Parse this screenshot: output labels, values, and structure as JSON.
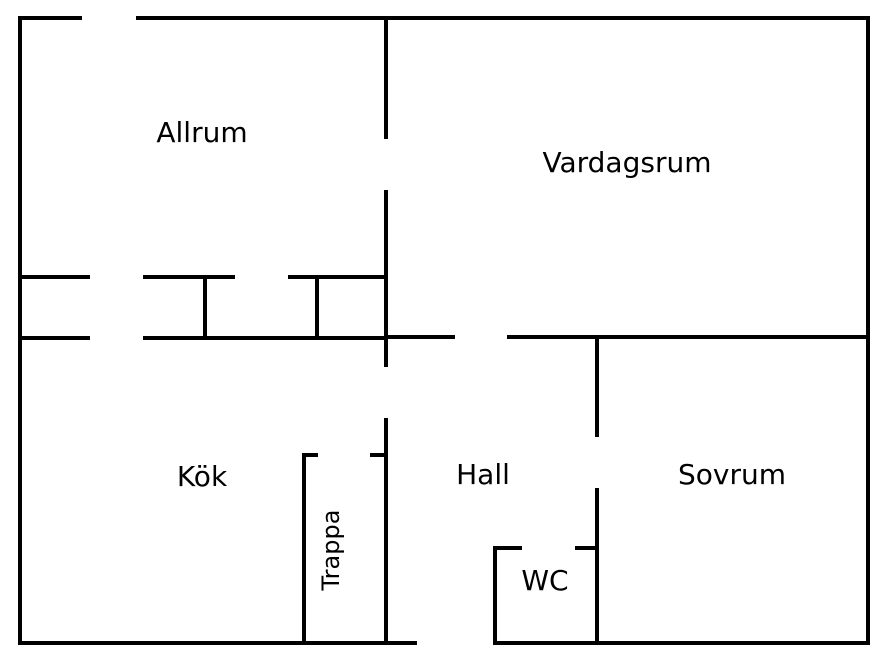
{
  "floor_plan": {
    "rooms": {
      "allrum": "Allrum",
      "vardagsrum": "Vardagsrum",
      "kok": "Kök",
      "trappa": "Trappa",
      "hall": "Hall",
      "sovrum": "Sovrum",
      "wc": "WC"
    },
    "colors": {
      "wall": "#000000",
      "background": "#ffffff"
    }
  }
}
